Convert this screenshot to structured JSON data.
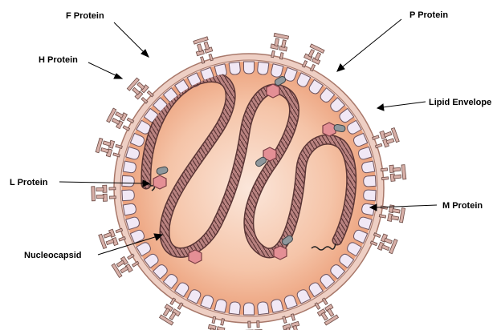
{
  "labels": {
    "f_protein": "F Protein",
    "h_protein": "H Protein",
    "l_protein": "L Protein",
    "nucleocapsid": "Nucleocapsid",
    "p_protein": "P Protein",
    "lipid_envelope": "Lipid Envelope",
    "m_protein": "M Protein"
  },
  "colors": {
    "envelope_outer": "#eecfc4",
    "envelope_stroke": "#a8786a",
    "interior_center": "#fbe6da",
    "interior_edge": "#efa782",
    "m_protein_fill": "#f1e8f5",
    "m_protein_stroke": "#6f5560",
    "coil_fill": "#b98280",
    "coil_stroke": "#5a3535",
    "l_protein_fill": "#e48f95",
    "p_protein_fill": "#8e979c",
    "spike_fill": "#d8b0a8"
  }
}
